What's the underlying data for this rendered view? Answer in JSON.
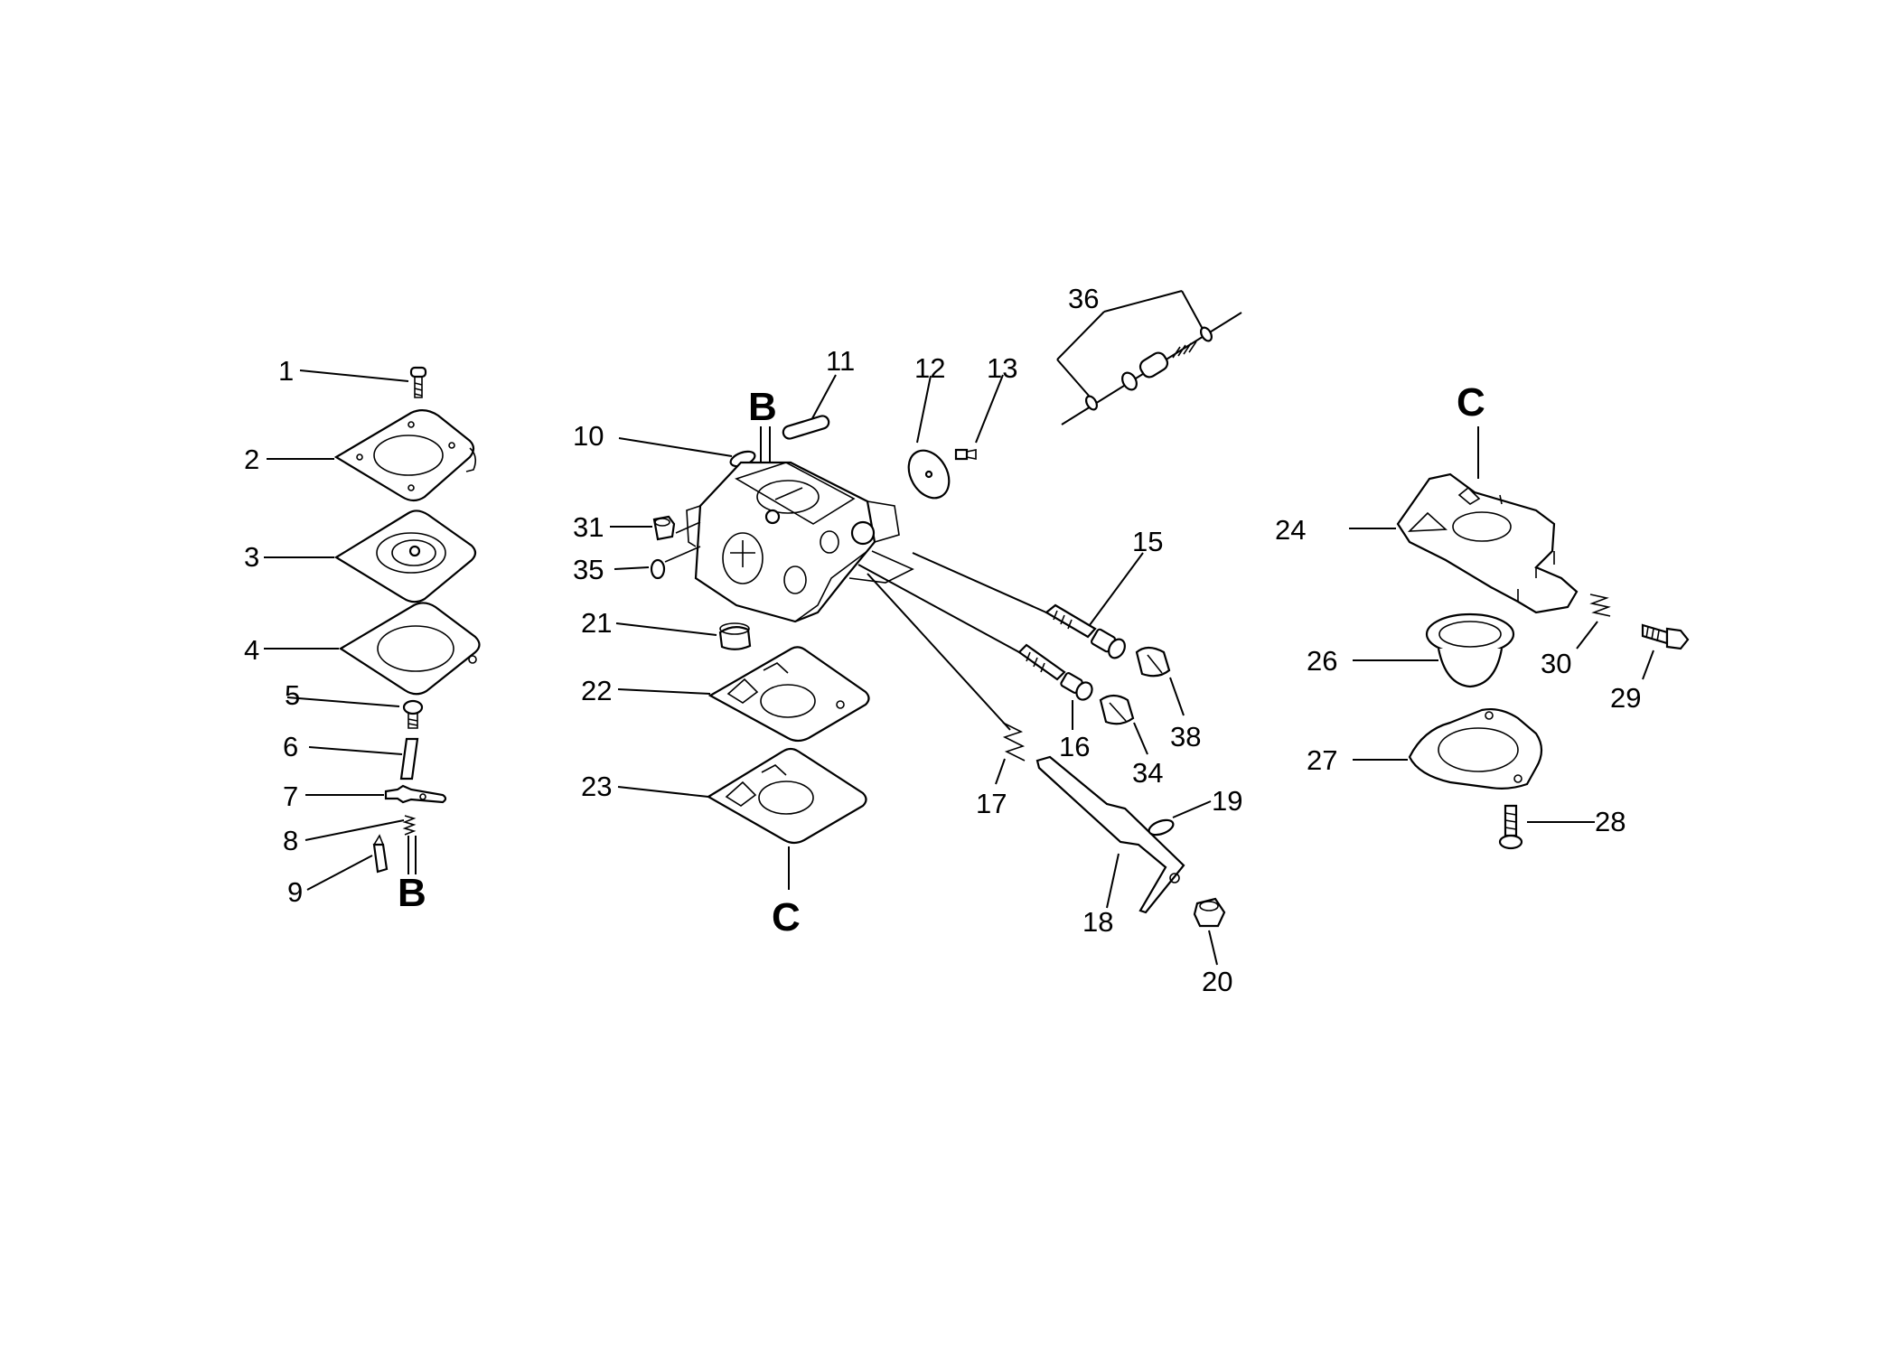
{
  "callouts": {
    "n1": "1",
    "n2": "2",
    "n3": "3",
    "n4": "4",
    "n5": "5",
    "n6": "6",
    "n7": "7",
    "n8": "8",
    "n9": "9",
    "n10": "10",
    "n11": "11",
    "n12": "12",
    "n13": "13",
    "n15": "15",
    "n16": "16",
    "n17": "17",
    "n18": "18",
    "n19": "19",
    "n20": "20",
    "n21": "21",
    "n22": "22",
    "n23": "23",
    "n24": "24",
    "n26": "26",
    "n27": "27",
    "n28": "28",
    "n29": "29",
    "n30": "30",
    "n31": "31",
    "n34": "34",
    "n35": "35",
    "n36": "36",
    "n38": "38"
  },
  "references": {
    "b_left": "B",
    "b_top": "B",
    "c_bottom": "C",
    "c_right": "C"
  }
}
